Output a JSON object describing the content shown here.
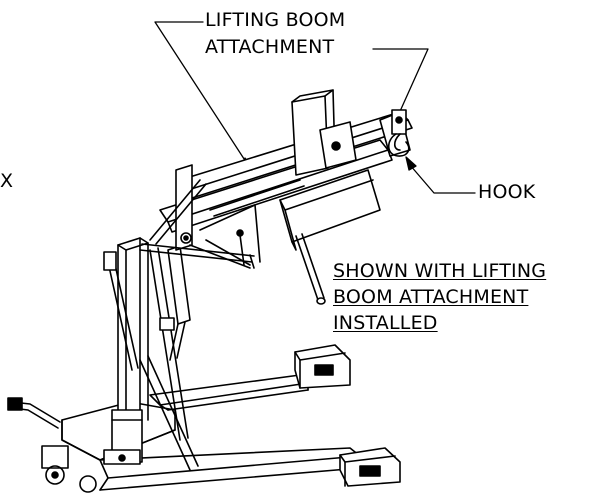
{
  "figure": {
    "x_marker": "X",
    "callouts": {
      "lifting_boom_line1": "LIFTING BOOM",
      "lifting_boom_line2": "ATTACHMENT",
      "hook": "HOOK"
    },
    "note_lines": [
      "SHOWN WITH LIFTING",
      "BOOM ATTACHMENT",
      "INSTALLED"
    ]
  }
}
